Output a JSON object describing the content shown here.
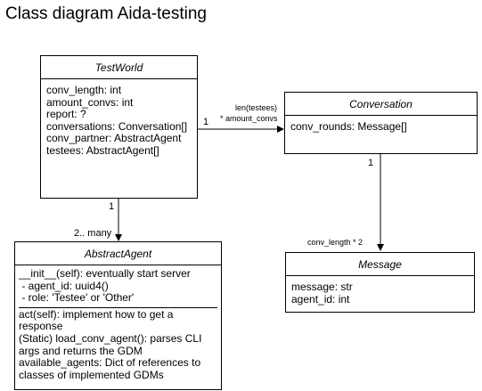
{
  "title": "Class diagram Aida-testing",
  "classes": {
    "testworld": {
      "name": "TestWorld",
      "attributes": [
        "conv_length: int",
        "amount_convs: int",
        "report: ?",
        "conversations: Conversation[]",
        "conv_partner: AbstractAgent",
        "testees: AbstractAgent[]"
      ]
    },
    "conversation": {
      "name": "Conversation",
      "attributes": [
        "conv_rounds: Message[]"
      ]
    },
    "message": {
      "name": "Message",
      "attributes": [
        "message: str",
        "agent_id: int"
      ]
    },
    "abstractagent": {
      "name": "AbstractAgent",
      "init": [
        "__init__(self): eventually start server",
        " - agent_id: uuid4()",
        " - role: 'Testee' or 'Other'"
      ],
      "methods": [
        "act(self): implement how to get a response",
        "(Static) load_conv_agent(): parses CLI args and returns the GDM",
        "available_agents: Dict of references to classes of implemented GDMs"
      ]
    }
  },
  "edges": {
    "tw_conv": {
      "label_top": "len(testees)",
      "label_bottom": "* amount_convs",
      "source_mult": "1"
    },
    "tw_agent": {
      "source_mult": "1",
      "target_mult": "2.. many"
    },
    "conv_msg": {
      "source_mult": "1",
      "target_label": "conv_length * 2"
    }
  }
}
